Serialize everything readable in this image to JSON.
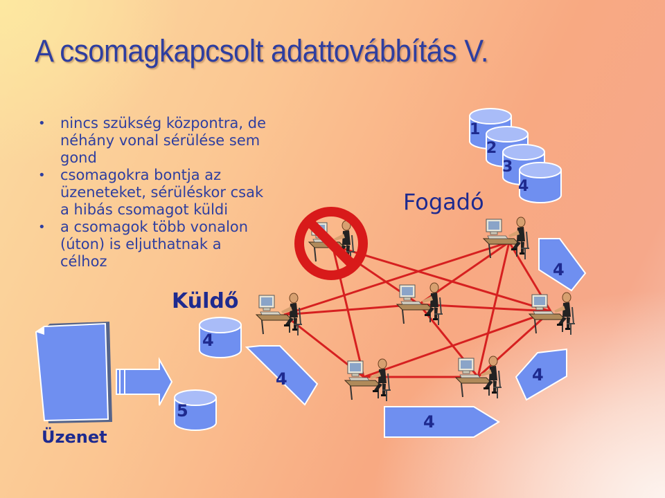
{
  "slide": {
    "title": "A csomagkapcsolt adattovábbítás V.",
    "bullets": [
      {
        "lines": [
          "nincs szükség központra, de",
          "néhány vonal sérülése sem",
          "gond"
        ]
      },
      {
        "lines": [
          "csomagokra bontja az",
          "üzeneteket, sérüléskor csak",
          "a hibás csomagot küldi"
        ]
      },
      {
        "lines": [
          "a csomagok több vonalon",
          "(úton) is eljuthatnak a",
          "célhoz"
        ]
      }
    ]
  },
  "diagram": {
    "message_label": "Üzenet",
    "sender_label": "Küldő",
    "receiver_label": "Fogadó",
    "sender_queue_numbers": [
      "5",
      "4"
    ],
    "received_packets": [
      "1",
      "2",
      "3",
      "4"
    ],
    "packet_numbers_in_transit": [
      "4",
      "4",
      "4",
      "4"
    ],
    "colors": {
      "title_text": "#2e3ea0",
      "label_text": "#1e2a8f",
      "packet_fill": "#6f8ff0",
      "link_line": "#d62020",
      "forbidden_sign": "#d81a1a"
    }
  }
}
